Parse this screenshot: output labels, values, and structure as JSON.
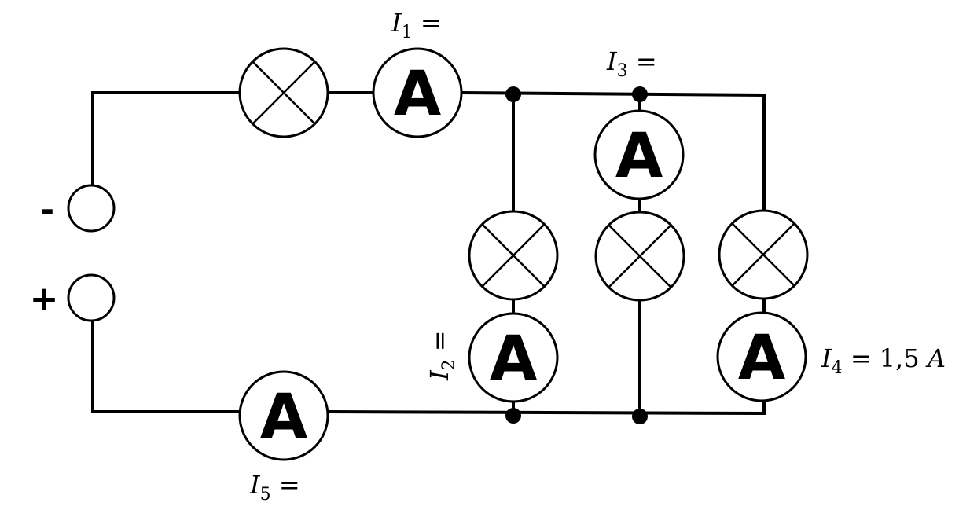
{
  "terminals": {
    "negative": "-",
    "positive": "+"
  },
  "ammeter_symbol": "A",
  "labels": {
    "i1": {
      "var": "I",
      "sub": "1",
      "rest": " ="
    },
    "i2": {
      "var": "I",
      "sub": "2",
      "rest": " ="
    },
    "i3": {
      "var": "I",
      "sub": "3",
      "rest": " ="
    },
    "i4": {
      "var": "I",
      "sub": "4",
      "rest": " = 1,5 ",
      "unit": "A"
    },
    "i5": {
      "var": "I",
      "sub": "5",
      "rest": " ="
    }
  }
}
